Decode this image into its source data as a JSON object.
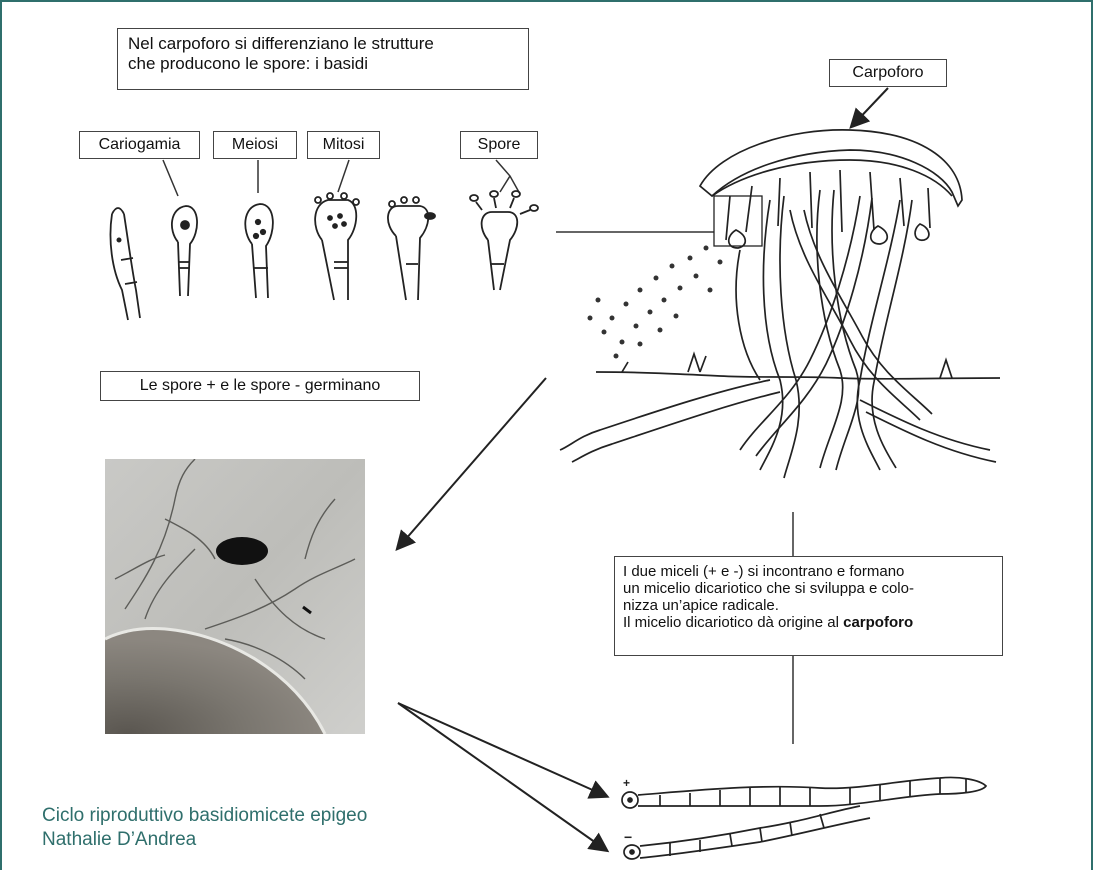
{
  "diagram": {
    "intro_box": {
      "line1": "Nel carpoforo si differenziano le strutture",
      "line2": "che producono le spore: i basidi"
    },
    "stage_labels": [
      "Cariogamia",
      "Meiosi",
      "Mitosi",
      "Spore"
    ],
    "carpoforo_label": "Carpoforo",
    "germination_box": "Le spore + e le spore - germinano",
    "info_box": {
      "line1": "I due miceli (+ e -) si incontrano e formano",
      "line2": "un micelio dicariotico che si sviluppa e colo-",
      "line3": "nizza un’apice radicale.",
      "line4_prefix": "Il micelio dicariotico dà origine al ",
      "line4_bold": "carpoforo"
    },
    "plus_sign": "+",
    "minus_sign": "−"
  },
  "caption": {
    "title": "Ciclo riproduttivo basidiomicete epigeo",
    "author": "Nathalie D’Andrea"
  },
  "colors": {
    "frame": "#2f6f6c",
    "caption": "#2f6f6c",
    "ink": "#222222"
  }
}
